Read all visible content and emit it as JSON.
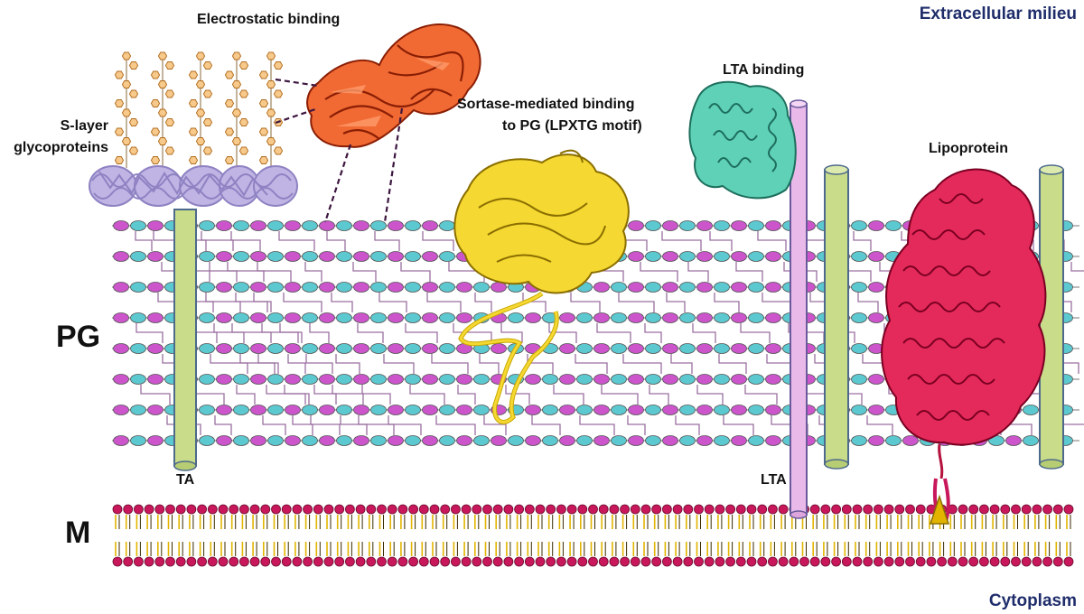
{
  "labels": {
    "extracellular": "Extracellular milieu",
    "cytoplasm": "Cytoplasm",
    "electrostatic": "Electrostatic binding",
    "slayer_line1": "S-layer",
    "slayer_line2": "glycoproteins",
    "sortase_line1": "Sortase-mediated binding",
    "sortase_line2": "to PG (LPXTG motif)",
    "lta_binding": "LTA binding",
    "lipoprotein": "Lipoprotein",
    "pg": "PG",
    "m": "M",
    "ta": "TA",
    "lta": "LTA"
  },
  "colors": {
    "title_blue": "#1f2d6b",
    "bead_magenta": "#cc55cc",
    "bead_cyan": "#5cc8cf",
    "crosslink": "#9a6fa0",
    "ta_fill": "#c9dc8a",
    "lta_fill": "#e9b9ea",
    "lipid_head": "#c8185b",
    "lipid_tail": "#e2b400",
    "electrostatic_protein": "#e8542a",
    "sortase_protein": "#e8cc2a",
    "lta_binding_protein": "#3cc4a8",
    "lipoprotein_color": "#d81a4e",
    "slayer_protein": "#a99bd6",
    "glycan": "#f7c98a",
    "dash": "#3d1640"
  }
}
